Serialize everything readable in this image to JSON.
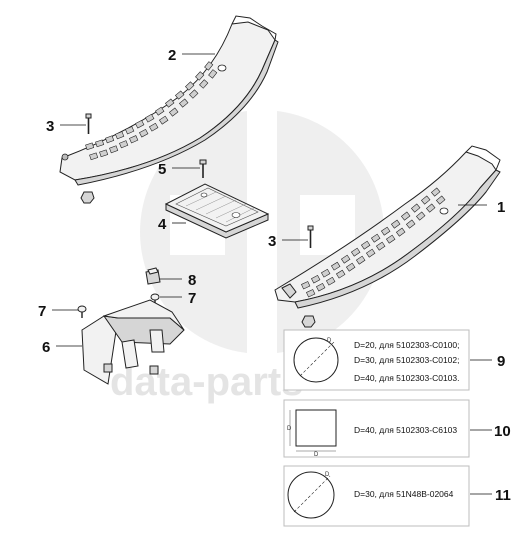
{
  "watermark": {
    "text": "data-parts",
    "color": "#e0e0e0"
  },
  "callouts": {
    "c1": "1",
    "c2": "2",
    "c3a": "3",
    "c3b": "3",
    "c4": "4",
    "c5": "5",
    "c6": "6",
    "c7a": "7",
    "c7b": "7",
    "c8": "8",
    "c9": "9",
    "c10": "10",
    "c11": "11"
  },
  "panels": {
    "p9": {
      "lines": [
        "D=20, для 5102303-C0100;",
        "D=30, для 5102303-C0102;",
        "D=40, для 5102303-C0103."
      ],
      "dim_label": "D"
    },
    "p10": {
      "lines": [
        "D=40, для 5102303-C6103"
      ],
      "dim_label_a": "D",
      "dim_label_b": "D"
    },
    "p11": {
      "lines": [
        "D=30, для 51N48B-02064"
      ],
      "dim_label": "D"
    }
  }
}
